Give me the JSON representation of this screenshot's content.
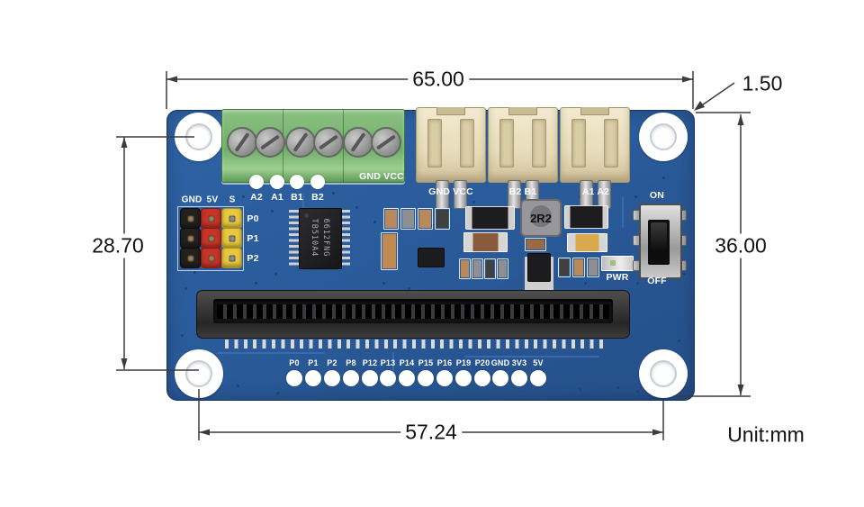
{
  "title": "Motor driver HAT dimension diagram",
  "unit_note": "Unit:mm",
  "dimensions": {
    "top_width": "65.00",
    "edge_offset": "1.50",
    "left_hole_spacing": "28.70",
    "board_height": "36.00",
    "bottom_hole_spacing": "57.24"
  },
  "board": {
    "terminal_label": "GND VCC",
    "motor_pads": [
      "A2",
      "A1",
      "B1",
      "B2"
    ],
    "connectors": [
      {
        "label": "GND  VCC"
      },
      {
        "label": "B2 B1"
      },
      {
        "label": "A1 A2"
      }
    ],
    "header": {
      "columns": [
        "GND",
        "5V",
        "S"
      ],
      "rows": [
        "P0",
        "P1",
        "P2"
      ]
    },
    "chip": {
      "line1": "TB510A4",
      "line2": "6612FNG"
    },
    "inductor_label": "2R2",
    "switch": {
      "on": "ON",
      "off": "OFF"
    },
    "power_led_label": "PWR",
    "edge_pads": [
      "P0",
      "P1",
      "P2",
      "P8",
      "P12",
      "P13",
      "P14",
      "P15",
      "P16",
      "P19",
      "P20",
      "GND",
      "3V3",
      "5V"
    ]
  },
  "colors": {
    "board_blue": "#2b5c9a",
    "terminal_green": "#6fae67",
    "connector_cream": "#e7dcba",
    "header_black": "#24201e",
    "header_red": "#c63428",
    "header_yellow": "#e8c83e",
    "dimension_line": "#3c3c3c",
    "silkscreen": "#ffffff"
  }
}
